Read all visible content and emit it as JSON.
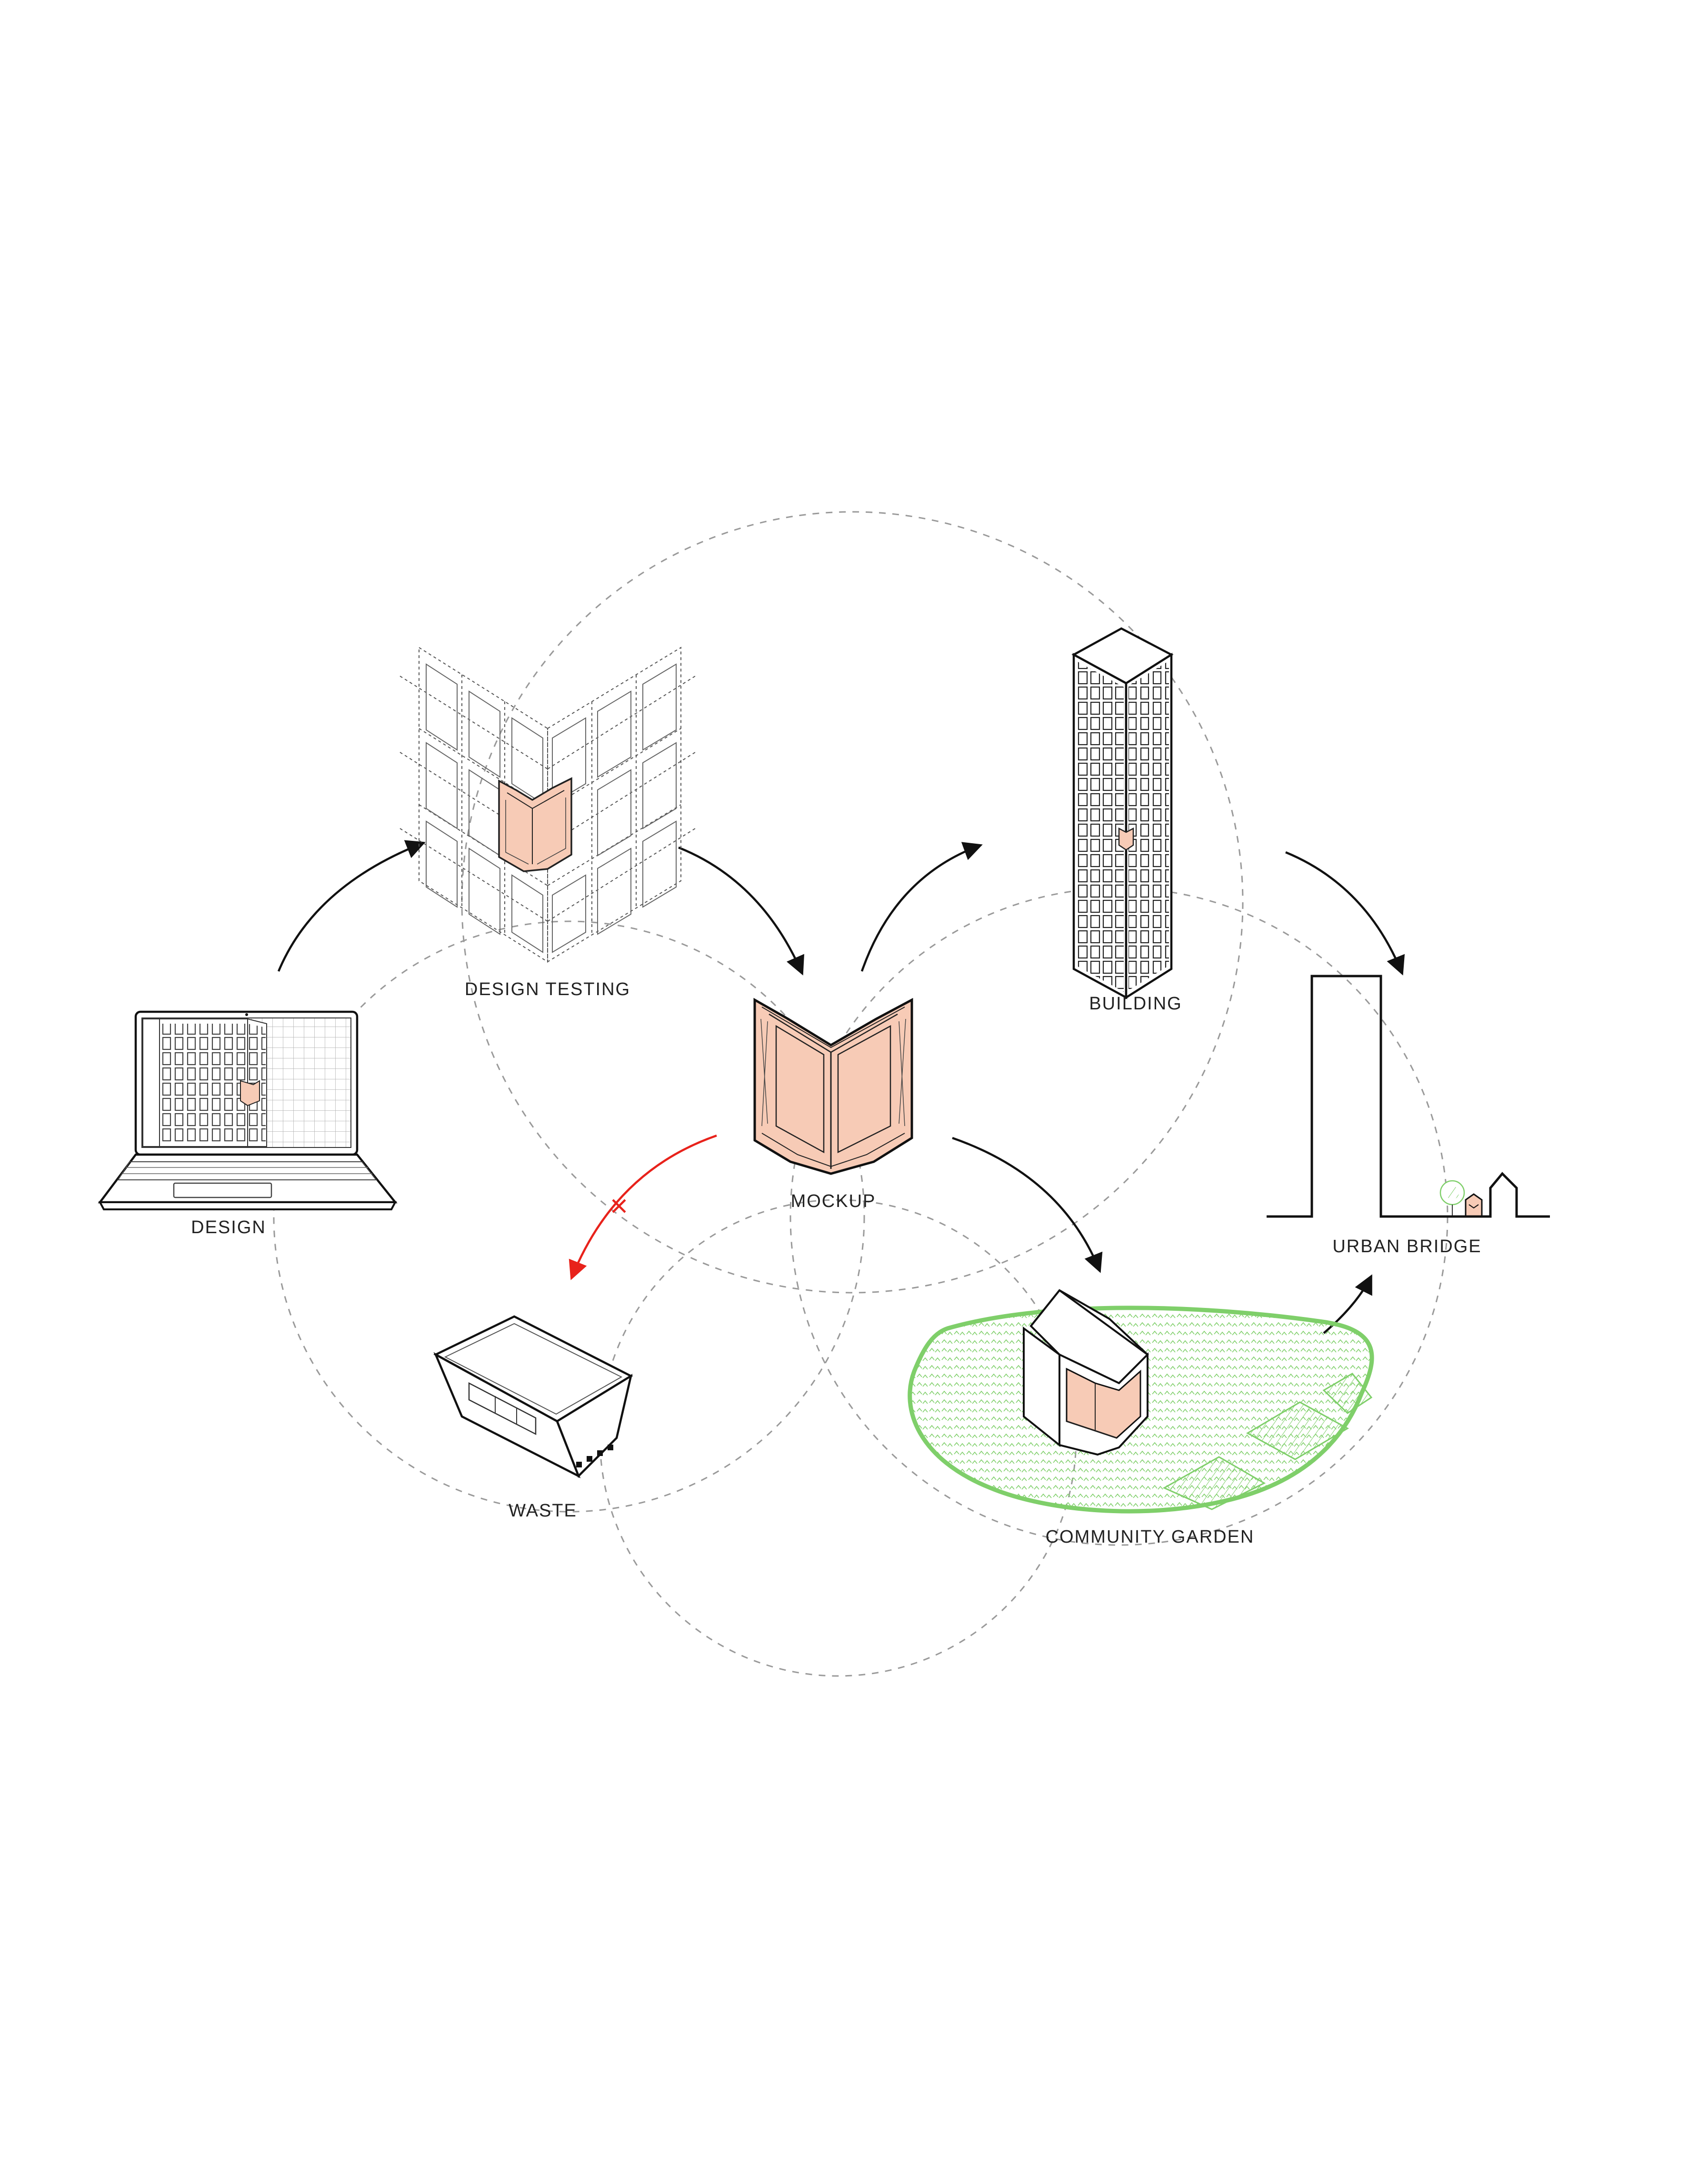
{
  "colors": {
    "highlight_fill": "#f7cbb6",
    "highlight_stroke": "#222222",
    "garden_green": "#7fcf6a",
    "reject_red": "#e8221b",
    "line_dark": "#111111",
    "guide_gray": "#9a9a9a"
  },
  "nodes": {
    "design": {
      "label": "DESIGN",
      "icon": "laptop-icon"
    },
    "design_testing": {
      "label": "DESIGN  TESTING",
      "icon": "facade-grid-icon"
    },
    "mockup": {
      "label": "MOCKUP",
      "icon": "corner-panel-icon"
    },
    "building": {
      "label": "BUILDING",
      "icon": "tower-icon"
    },
    "urban_bridge": {
      "label": "URBAN  BRIDGE",
      "icon": "skyline-icon"
    },
    "waste": {
      "label": "WASTE",
      "icon": "skip-bin-icon"
    },
    "community_garden": {
      "label": "COMMUNITY  GARDEN",
      "icon": "garden-pavilion-icon"
    }
  },
  "flows": [
    {
      "from": "design",
      "to": "design_testing",
      "style": "arrow"
    },
    {
      "from": "design_testing",
      "to": "mockup",
      "style": "arrow"
    },
    {
      "from": "mockup",
      "to": "building",
      "style": "arrow"
    },
    {
      "from": "building",
      "to": "urban_bridge",
      "style": "arrow"
    },
    {
      "from": "mockup",
      "to": "community_garden",
      "style": "arrow"
    },
    {
      "from": "community_garden",
      "to": "urban_bridge",
      "style": "arrow"
    },
    {
      "from": "mockup",
      "to": "waste",
      "style": "rejected"
    }
  ]
}
